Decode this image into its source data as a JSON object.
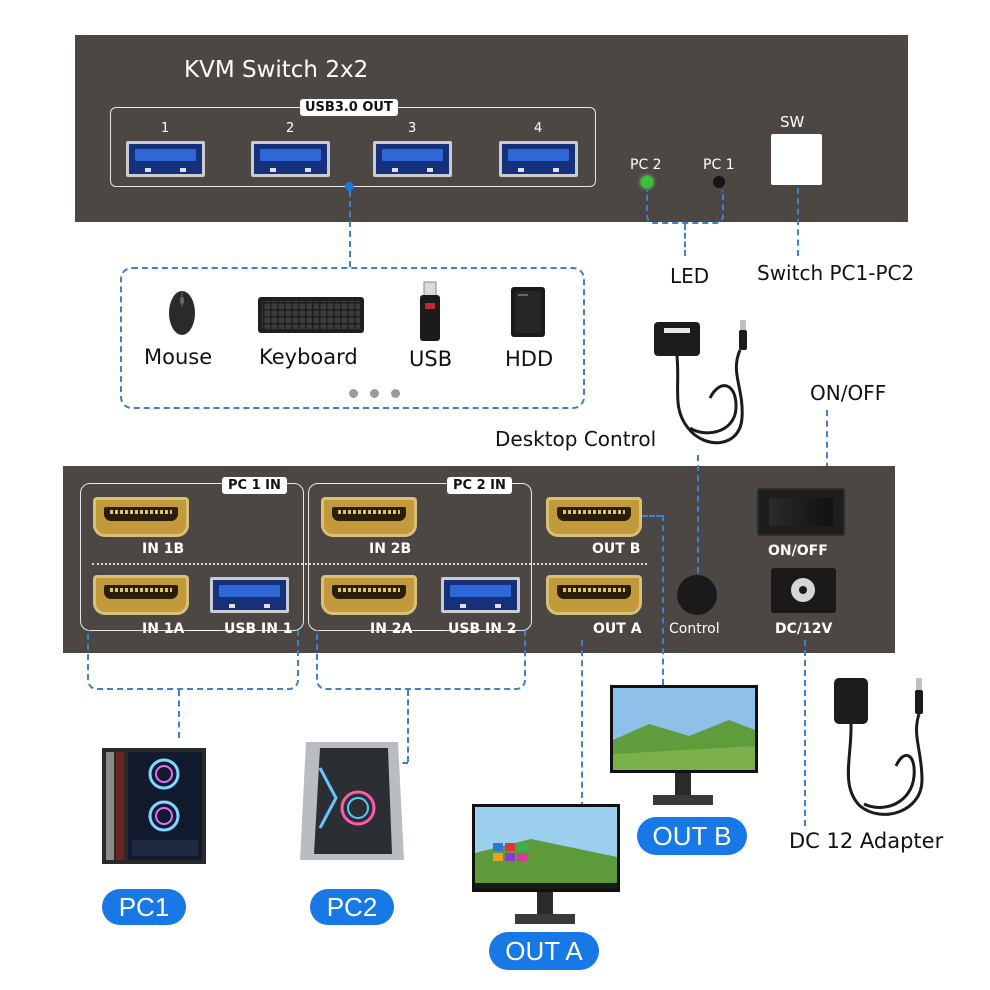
{
  "title": "KVM Switch 2x2",
  "top_panel": {
    "usb_group_label": "USB3.0 OUT",
    "usb_ports": [
      "1",
      "2",
      "3",
      "4"
    ],
    "led_pc2": "PC 2",
    "led_pc1": "PC 1",
    "sw_label": "SW"
  },
  "callouts": {
    "led": "LED",
    "switch": "Switch PC1-PC2",
    "desktop_control": "Desktop Control",
    "on_off": "ON/OFF",
    "dc_adapter": "DC 12 Adapter"
  },
  "devices": [
    "Mouse",
    "Keyboard",
    "USB",
    "HDD"
  ],
  "bottom_panel": {
    "pc1_group": "PC 1 IN",
    "pc2_group": "PC 2 IN",
    "in_1b": "IN 1B",
    "in_2b": "IN 2B",
    "out_b": "OUT B",
    "in_1a": "IN 1A",
    "usb_in_1": "USB IN 1",
    "in_2a": "IN 2A",
    "usb_in_2": "USB IN 2",
    "out_a": "OUT A",
    "control": "Control",
    "on_off": "ON/OFF",
    "dc": "DC/12V"
  },
  "pills": {
    "pc1": "PC1",
    "pc2": "PC2",
    "out_a": "OUT A",
    "out_b": "OUT B"
  },
  "colors": {
    "panel": "#4d4744",
    "accent_blue": "#1778e6",
    "dash_blue": "#3d7fd3",
    "led_green": "#35c33a"
  }
}
